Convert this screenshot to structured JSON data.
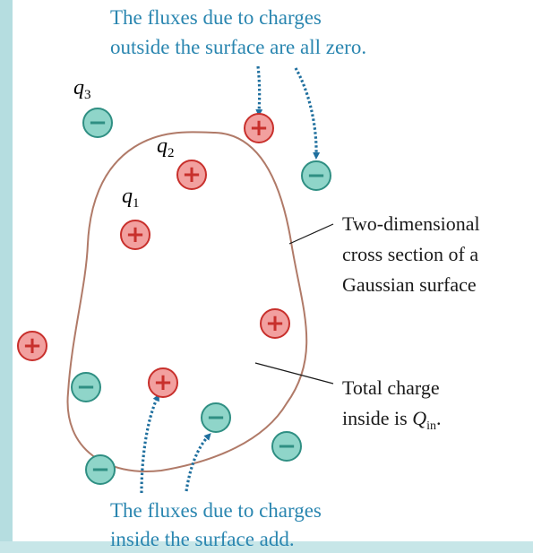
{
  "captions": {
    "top_line1": "The fluxes due to charges",
    "top_line2": "outside the surface are all zero.",
    "bottom_line1": "The fluxes due to charges",
    "bottom_line2": "inside the surface add."
  },
  "surface_label": {
    "line1": "Two-dimensional",
    "line2": "cross section of a",
    "line3": "Gaussian surface"
  },
  "total_label": {
    "line1": "Total charge",
    "line2_prefix": "inside is ",
    "q_symbol": "Q",
    "q_subscript": "in",
    "line2_suffix": "."
  },
  "charge_labels": {
    "q3_letter": "q",
    "q3_sub": "3",
    "q2_letter": "q",
    "q2_sub": "2",
    "q1_letter": "q",
    "q1_sub": "1"
  },
  "symbols": {
    "plus": "+",
    "minus": "−"
  },
  "colors": {
    "positive_fill": "#f2a09f",
    "positive_stroke": "#c8302c",
    "negative_fill": "#8fd5c9",
    "negative_stroke": "#2f8f83",
    "surface_stroke": "#b07a68",
    "caption_text": "#2a86b0",
    "arrow": "#1f6f9e"
  }
}
